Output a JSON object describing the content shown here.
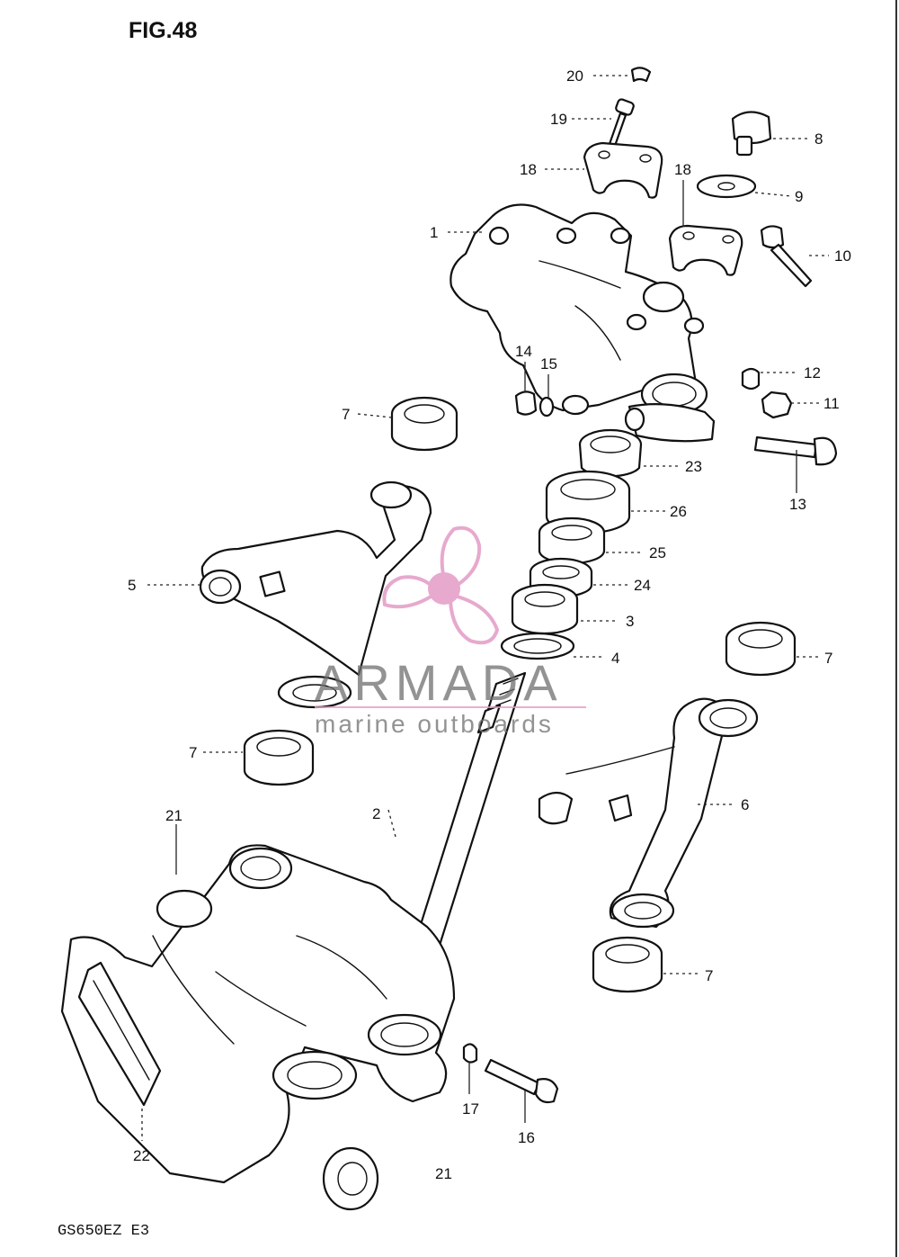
{
  "figure": {
    "title": "FIG.48",
    "model_code": "GS650EZ E3"
  },
  "watermark": {
    "brand": "ARMADA",
    "tagline": "marine outboards",
    "accent_color": "#e39bc6",
    "logo_icon": "propeller-icon"
  },
  "callouts": {
    "c1": "1",
    "c2": "2",
    "c3": "3",
    "c4": "4",
    "c5": "5",
    "c6": "6",
    "c7a": "7",
    "c7b": "7",
    "c7c": "7",
    "c7d": "7",
    "c8": "8",
    "c9": "9",
    "c10": "10",
    "c11": "11",
    "c12": "12",
    "c13": "13",
    "c14": "14",
    "c15": "15",
    "c16": "16",
    "c17": "17",
    "c18a": "18",
    "c18b": "18",
    "c19": "19",
    "c20": "20",
    "c21a": "21",
    "c21b": "21",
    "c22": "22",
    "c23": "23",
    "c24": "24",
    "c25": "25",
    "c26": "26"
  }
}
